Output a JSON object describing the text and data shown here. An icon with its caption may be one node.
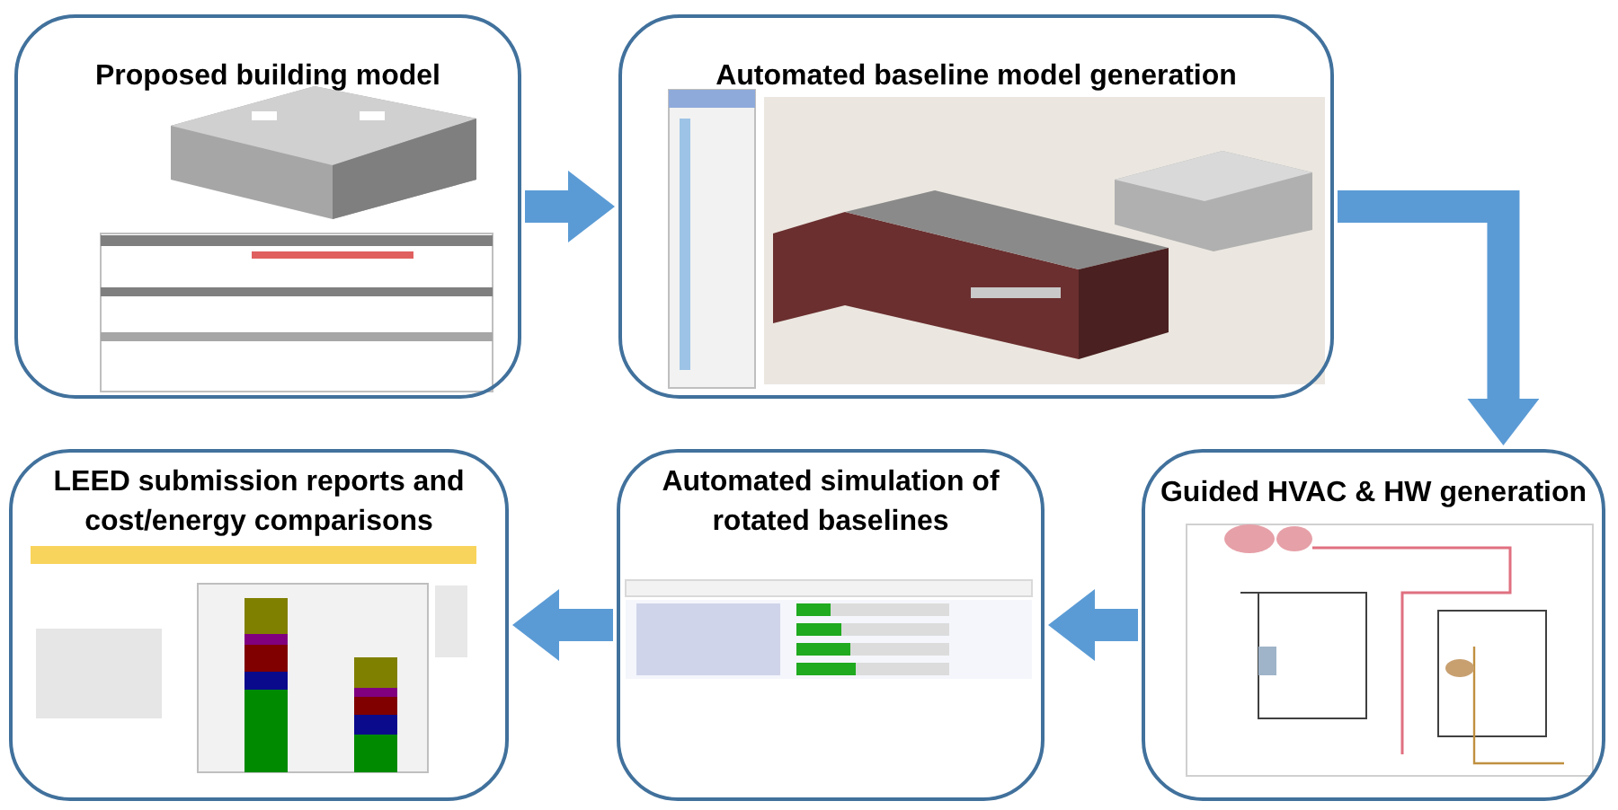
{
  "diagram": {
    "nodes": [
      {
        "text": [
          "Proposed building model"
        ]
      },
      {
        "text": [
          "Automated baseline model generation"
        ]
      },
      {
        "text": [
          "Guided HVAC & HW generation"
        ]
      },
      {
        "text": [
          "Automated simulation of rotated baselines"
        ]
      },
      {
        "text": [
          "LEED submission reports and cost/energy comparisons"
        ]
      }
    ],
    "edges": [
      {
        "from": 0,
        "to": 1,
        "arrow": "to"
      },
      {
        "from": 1,
        "to": 2,
        "arrow": "to"
      },
      {
        "from": 2,
        "to": 3,
        "arrow": "to"
      },
      {
        "from": 3,
        "to": 4,
        "arrow": "to"
      }
    ]
  }
}
